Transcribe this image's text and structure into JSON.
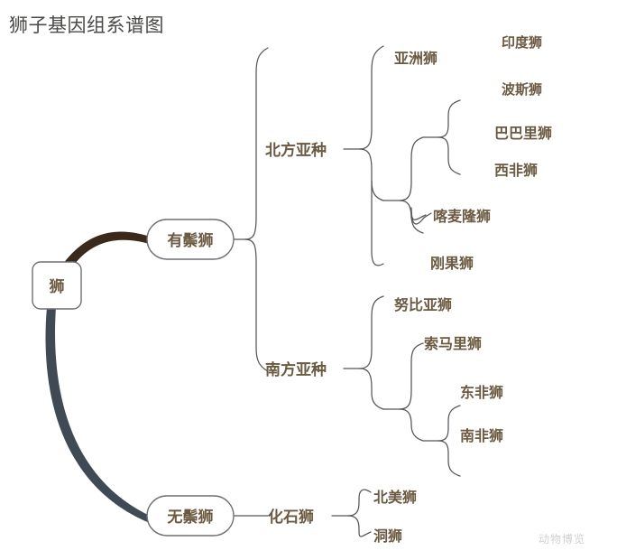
{
  "page": {
    "title": "狮子基因组系谱图",
    "watermark": "动物博览",
    "background": "#ffffff"
  },
  "colors": {
    "title_text": "#4a4a48",
    "label_text": "#6b5a41",
    "branch_line": "#55565a",
    "node_border": "#6e6f73",
    "node_fill": "#ffffff",
    "trunk_maned": "#3b2a1c",
    "trunk_maneless": "#3f4a55",
    "watermark_text": "#cfcfcf"
  },
  "tree": {
    "root": {
      "label": "狮",
      "shape": "rounded-square"
    },
    "level1": [
      {
        "id": "maned",
        "label": "有鬃狮",
        "shape": "pill",
        "trunk_color": "#3b2a1c"
      },
      {
        "id": "maneless",
        "label": "无鬃狮",
        "shape": "pill",
        "trunk_color": "#3f4a55"
      }
    ],
    "level2": [
      {
        "id": "northern",
        "label": "北方亚种",
        "parent": "maned"
      },
      {
        "id": "southern",
        "label": "南方亚种",
        "parent": "maned"
      },
      {
        "id": "fossil",
        "label": "化石狮",
        "parent": "maneless"
      }
    ],
    "level3": [
      {
        "id": "asiatic",
        "label": "亚洲狮",
        "parent": "northern"
      },
      {
        "id": "congo",
        "label": "刚果狮",
        "parent": "northern",
        "leaf": true
      },
      {
        "id": "cameroon",
        "label": "喀麦隆狮",
        "parent": "northern",
        "leaf": true
      },
      {
        "id": "nubian",
        "label": "努比亚狮",
        "parent": "southern",
        "leaf": true
      },
      {
        "id": "somali",
        "label": "索马里狮",
        "parent": "southern",
        "leaf": true
      },
      {
        "id": "northamerican",
        "label": "北美狮",
        "parent": "fossil",
        "leaf": true
      },
      {
        "id": "cave",
        "label": "洞狮",
        "parent": "fossil",
        "leaf": true
      }
    ],
    "level4": [
      {
        "id": "indian",
        "label": "印度狮",
        "parent": "asiatic",
        "leaf": true
      },
      {
        "id": "persian",
        "label": "波斯狮",
        "parent": "asiatic",
        "leaf": true
      },
      {
        "id": "barbary",
        "label": "巴巴里狮",
        "parent": "northern",
        "leaf": true
      },
      {
        "id": "westafrican",
        "label": "西非狮",
        "parent": "northern",
        "leaf": true
      },
      {
        "id": "eastafrican",
        "label": "东非狮",
        "parent": "southern",
        "leaf": true
      },
      {
        "id": "southafrican",
        "label": "南非狮",
        "parent": "southern",
        "leaf": true
      }
    ]
  },
  "labels": {
    "root": "狮",
    "maned": "有鬃狮",
    "maneless": "无鬃狮",
    "northern": "北方亚种",
    "southern": "南方亚种",
    "fossil": "化石狮",
    "asiatic": "亚洲狮",
    "indian": "印度狮",
    "persian": "波斯狮",
    "barbary": "巴巴里狮",
    "westafrican": "西非狮",
    "cameroon": "喀麦隆狮",
    "congo": "刚果狮",
    "nubian": "努比亚狮",
    "somali": "索马里狮",
    "eastafrican": "东非狮",
    "southafrican": "南非狮",
    "northamerican": "北美狮",
    "cave": "洞狮"
  }
}
